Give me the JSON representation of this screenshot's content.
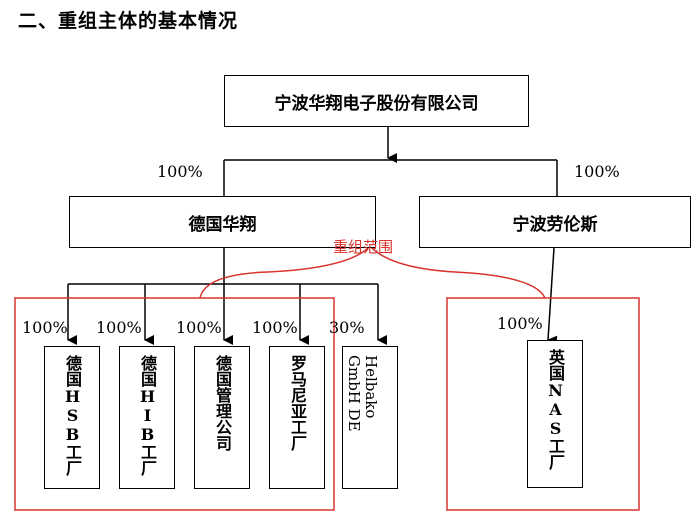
{
  "heading": "二、重组主体的基本情况",
  "parent": {
    "name": "宁波华翔电子股份有限公司"
  },
  "subsidiaries": [
    {
      "name": "德国华翔",
      "share": "100%"
    },
    {
      "name": "宁波劳伦斯",
      "share": "100%"
    }
  ],
  "scope_label": "重组范围",
  "entities": [
    {
      "name": "德国HSB工厂",
      "share": "100%"
    },
    {
      "name": "德国HIB工厂",
      "share": "100%"
    },
    {
      "name": "德国管理公司",
      "share": "100%"
    },
    {
      "name": "罗马尼亚工厂",
      "share": "100%"
    },
    {
      "name": "Helbako GmbH DE",
      "line1": "Helbako",
      "line2": "GmbH DE",
      "share": "30%"
    },
    {
      "name": "英国NAS工厂",
      "share": "100%"
    }
  ],
  "colors": {
    "scope": "#d9332e",
    "line": "#000000"
  }
}
